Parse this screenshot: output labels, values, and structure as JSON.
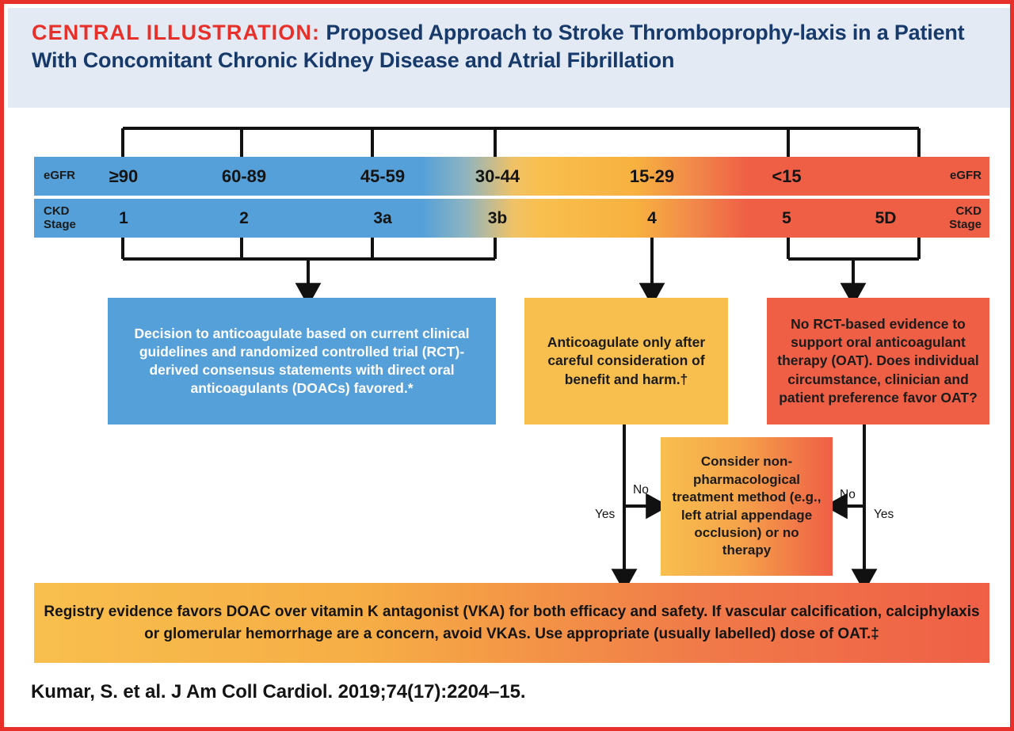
{
  "header": {
    "kicker": "CENTRAL ILLUSTRATION:",
    "title": " Proposed Approach to Stroke Thromboprophy-laxis in a Patient With Concomitant Chronic Kidney Disease and Atrial Fibrillation"
  },
  "colors": {
    "frame_red": "#e8302a",
    "header_bg": "#e3eaf3",
    "header_navy": "#173a6b",
    "blue": "#55a0d8",
    "orange": "#f8bf4e",
    "red": "#ef5f46",
    "ink": "#141414"
  },
  "scale": {
    "egfr_label_left": "eGFR",
    "egfr_label_right": "eGFR",
    "ckd_label_left": "CKD\nStage",
    "ckd_label_right": "CKD\nStage",
    "egfr_values": [
      "≥90",
      "60-89",
      "45-59",
      "30-44",
      "15-29",
      "<15",
      ""
    ],
    "ckd_values": [
      "1",
      "2",
      "3a",
      "3b",
      "4",
      "5",
      "5D"
    ]
  },
  "boxes": {
    "blue": "Decision to anticoagulate based on current clinical guidelines and randomized controlled trial (RCT)-derived consensus statements with direct oral anticoagulants (DOACs) favored.*",
    "orange": "Anticoagulate only after careful consideration of benefit and harm.†",
    "red": "No RCT-based evidence to support oral anticoagulant therapy (OAT). Does individual circumstance, clinician and patient preference favor OAT?",
    "middle": "Consider non-pharmacological treatment method (e.g., left atrial appendage occlusion) or no therapy",
    "banner": "Registry evidence favors DOAC over vitamin K antagonist (VKA) for both efficacy and safety. If vascular calcification, calciphylaxis or glomerular hemorrhage are a concern, avoid VKAs. Use appropriate (usually labelled) dose of OAT.‡"
  },
  "edges": {
    "left_no": "No",
    "left_yes": "Yes",
    "right_no": "No",
    "right_yes": "Yes"
  },
  "citation": "Kumar, S. et al. J Am Coll Cardiol. 2019;74(17):2204–15."
}
